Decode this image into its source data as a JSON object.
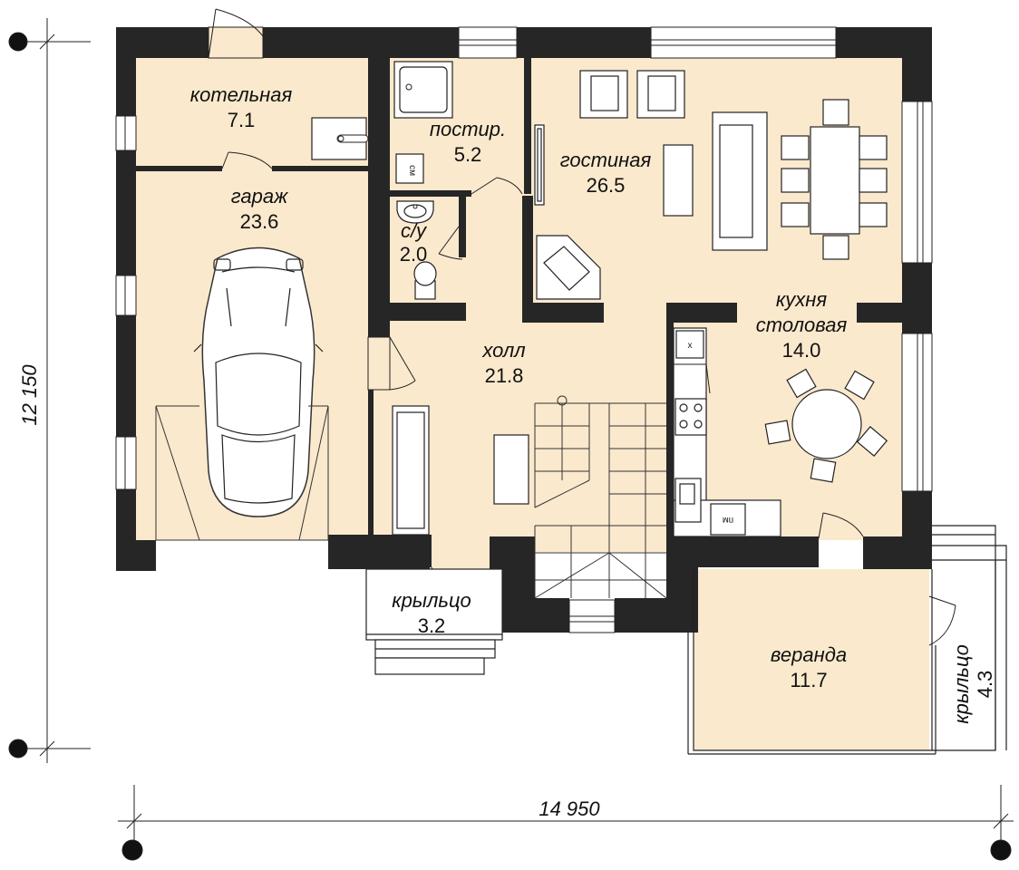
{
  "rooms": {
    "boiler": {
      "name": "котельная",
      "area": "7.1"
    },
    "laundry": {
      "name": "постир.",
      "area": "5.2"
    },
    "living": {
      "name": "гостиная",
      "area": "26.5"
    },
    "garage": {
      "name": "гараж",
      "area": "23.6"
    },
    "wc": {
      "name": "с/у",
      "area": "2.0"
    },
    "kitchen": {
      "name1": "кухня",
      "name2": "столовая",
      "area": "14.0"
    },
    "hall": {
      "name": "холл",
      "area": "21.8"
    },
    "porch_front": {
      "name": "крыльцо",
      "area": "3.2"
    },
    "veranda": {
      "name": "веранда",
      "area": "11.7"
    },
    "porch_side": {
      "name": "крыльцо",
      "area": "4.3"
    }
  },
  "dimensions": {
    "height": "12 150",
    "width": "14 950"
  },
  "appliance_labels": {
    "washer": "см",
    "dishwasher": "пм",
    "sink_mark": "x"
  },
  "colors": {
    "floor": "#fbe9cd",
    "wall": "#262626",
    "line": "#222222"
  }
}
